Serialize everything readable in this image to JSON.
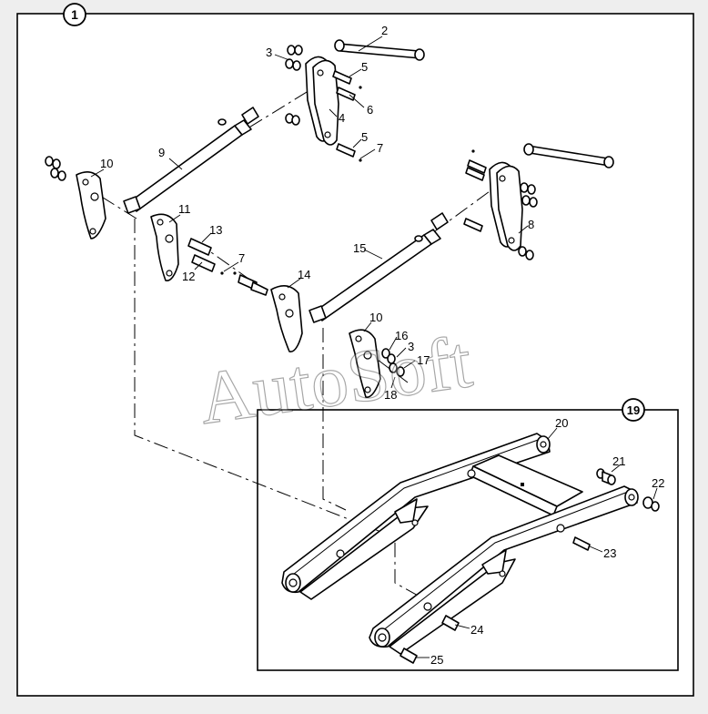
{
  "diagram": {
    "main_callout": "1",
    "inset_callout": "19",
    "watermark": "AutoSoft",
    "part_labels": [
      "2",
      "3",
      "5",
      "6",
      "4",
      "5",
      "7",
      "9",
      "10",
      "11",
      "13",
      "7",
      "12",
      "14",
      "15",
      "8",
      "10",
      "16",
      "3",
      "17",
      "18",
      "20",
      "21",
      "22",
      "23",
      "24",
      "25"
    ]
  }
}
